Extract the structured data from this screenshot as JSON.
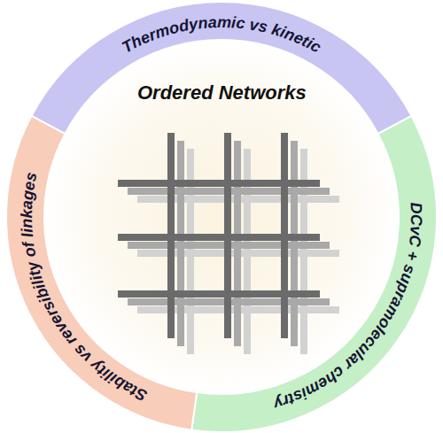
{
  "diagram": {
    "nodes": [
      {
        "text": [
          "Ordered Networks"
        ]
      },
      {
        "text": [
          "Thermodynamic vs kinetic"
        ]
      },
      {
        "text": [
          "DCvC + supramolecular chemistry"
        ]
      },
      {
        "text": [
          "Stability vs reversibility of linkages"
        ]
      }
    ]
  }
}
